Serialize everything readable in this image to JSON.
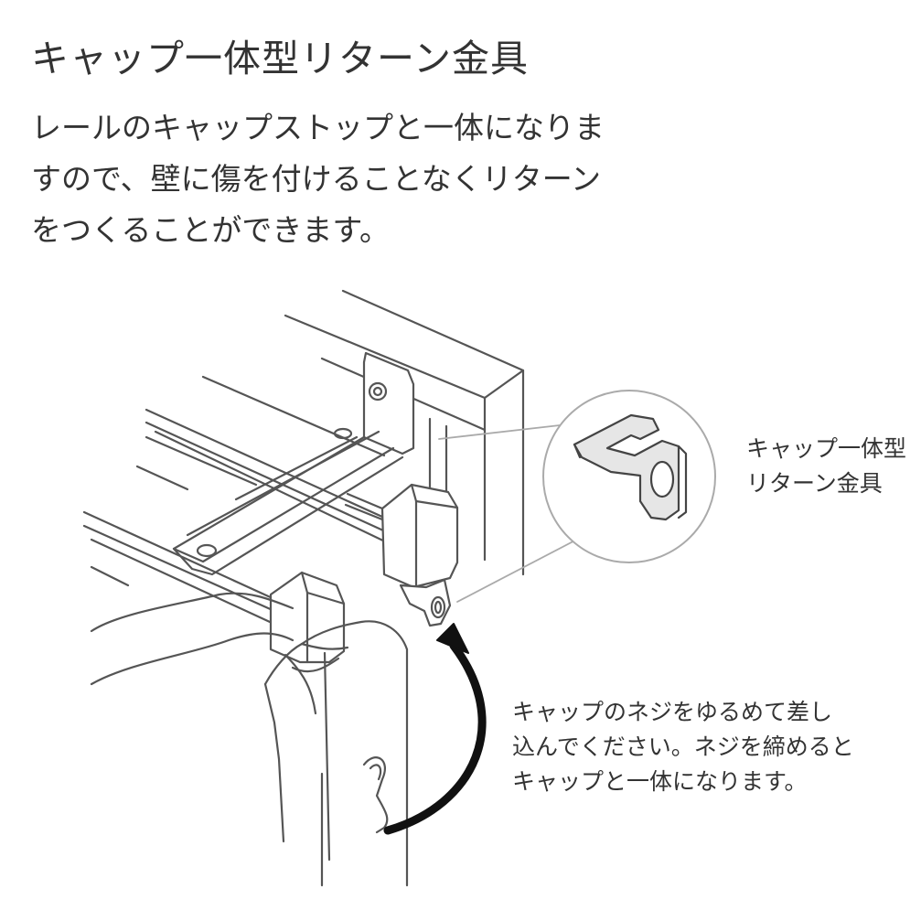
{
  "title": "キャップ一体型リターン金具",
  "description": [
    "レールのキャップストップと一体になりま",
    "すので、壁に傷を付けることなくリターン",
    "をつくることができます。"
  ],
  "callout": {
    "label_lines": [
      "キャップ一体型",
      "リターン金具"
    ]
  },
  "instruction": {
    "lines": [
      "キャップのネジをゆるめて差し",
      "込んでください。ネジを締めると",
      "キャップと一体になります。"
    ]
  }
}
